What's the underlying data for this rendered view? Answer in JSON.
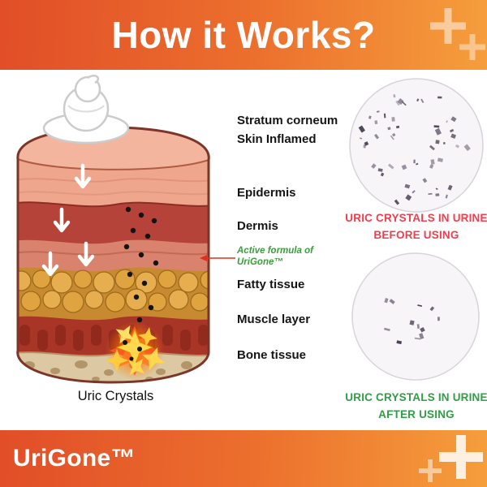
{
  "header": {
    "title": "How it Works?"
  },
  "skin_diagram": {
    "caption": "Uric Crystals",
    "labels": [
      "Stratum corneum",
      "Skin Inflamed",
      "Epidermis",
      "Dermis",
      "Fatty tissue",
      "Muscle layer",
      "Bone tissue"
    ],
    "annotation": "Active formula of UriGone™"
  },
  "results": {
    "before": {
      "line1": "URIC CRYSTALS IN URINE",
      "line2": "BEFORE USING"
    },
    "after": {
      "line1": "URIC CRYSTALS IN URINE",
      "line2": "AFTER USING"
    }
  },
  "footer": {
    "brand": "UriGone™"
  },
  "colors": {
    "banner_gradient_start": "#e14e28",
    "banner_gradient_end": "#f59e3c",
    "before_red": "#f23d4c",
    "after_green": "#2f9e44",
    "annotation_green": "#3a9e3a",
    "crystal_yellow": "#ffd84d"
  }
}
